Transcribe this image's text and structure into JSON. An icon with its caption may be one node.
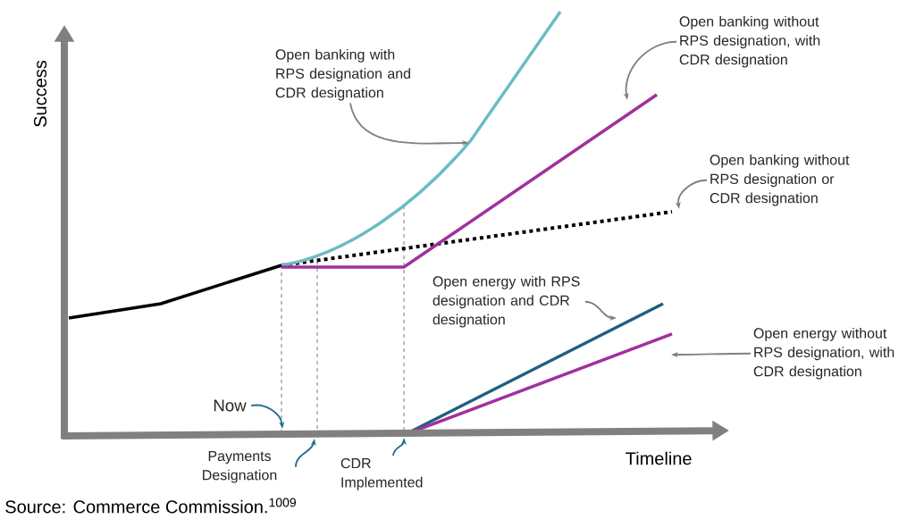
{
  "diagram": {
    "caption": "Source: Commerce Commission.$^{1009}$",
    "nodes": [
      {
        "text": [
          "Open banking with RPS designation and CDR designation"
        ]
      },
      {
        "text": [
          "Open banking without RPS designation, with CDR designation"
        ]
      },
      {
        "text": [
          "Open banking without RPS designation or CDR designation"
        ]
      },
      {
        "text": [
          "Open energy with RPS designation and CDR designation"
        ]
      },
      {
        "text": [
          "Open energy without RPS designation, with CDR designation"
        ]
      },
      {
        "text": [
          "Now"
        ]
      },
      {
        "text": [
          "Payments Designation"
        ]
      },
      {
        "text": [
          "CDR Implemented"
        ]
      }
    ],
    "edges": [
      {
        "from": 0,
        "to": null,
        "arrow": "to"
      },
      {
        "from": 1,
        "to": null,
        "arrow": "to"
      },
      {
        "from": 2,
        "to": null,
        "arrow": "to"
      },
      {
        "from": 3,
        "to": null,
        "arrow": "to"
      },
      {
        "from": 4,
        "to": null,
        "arrow": "to"
      },
      {
        "from": 5,
        "to": null,
        "arrow": "to",
        "color": "#1f6e8c"
      },
      {
        "from": 6,
        "to": null,
        "arrow": "to",
        "color": "#1f6e8c"
      },
      {
        "from": 7,
        "to": null,
        "arrow": "to",
        "color": "#1f6e8c"
      }
    ],
    "labels": [
      "Success",
      "Timeline"
    ]
  }
}
